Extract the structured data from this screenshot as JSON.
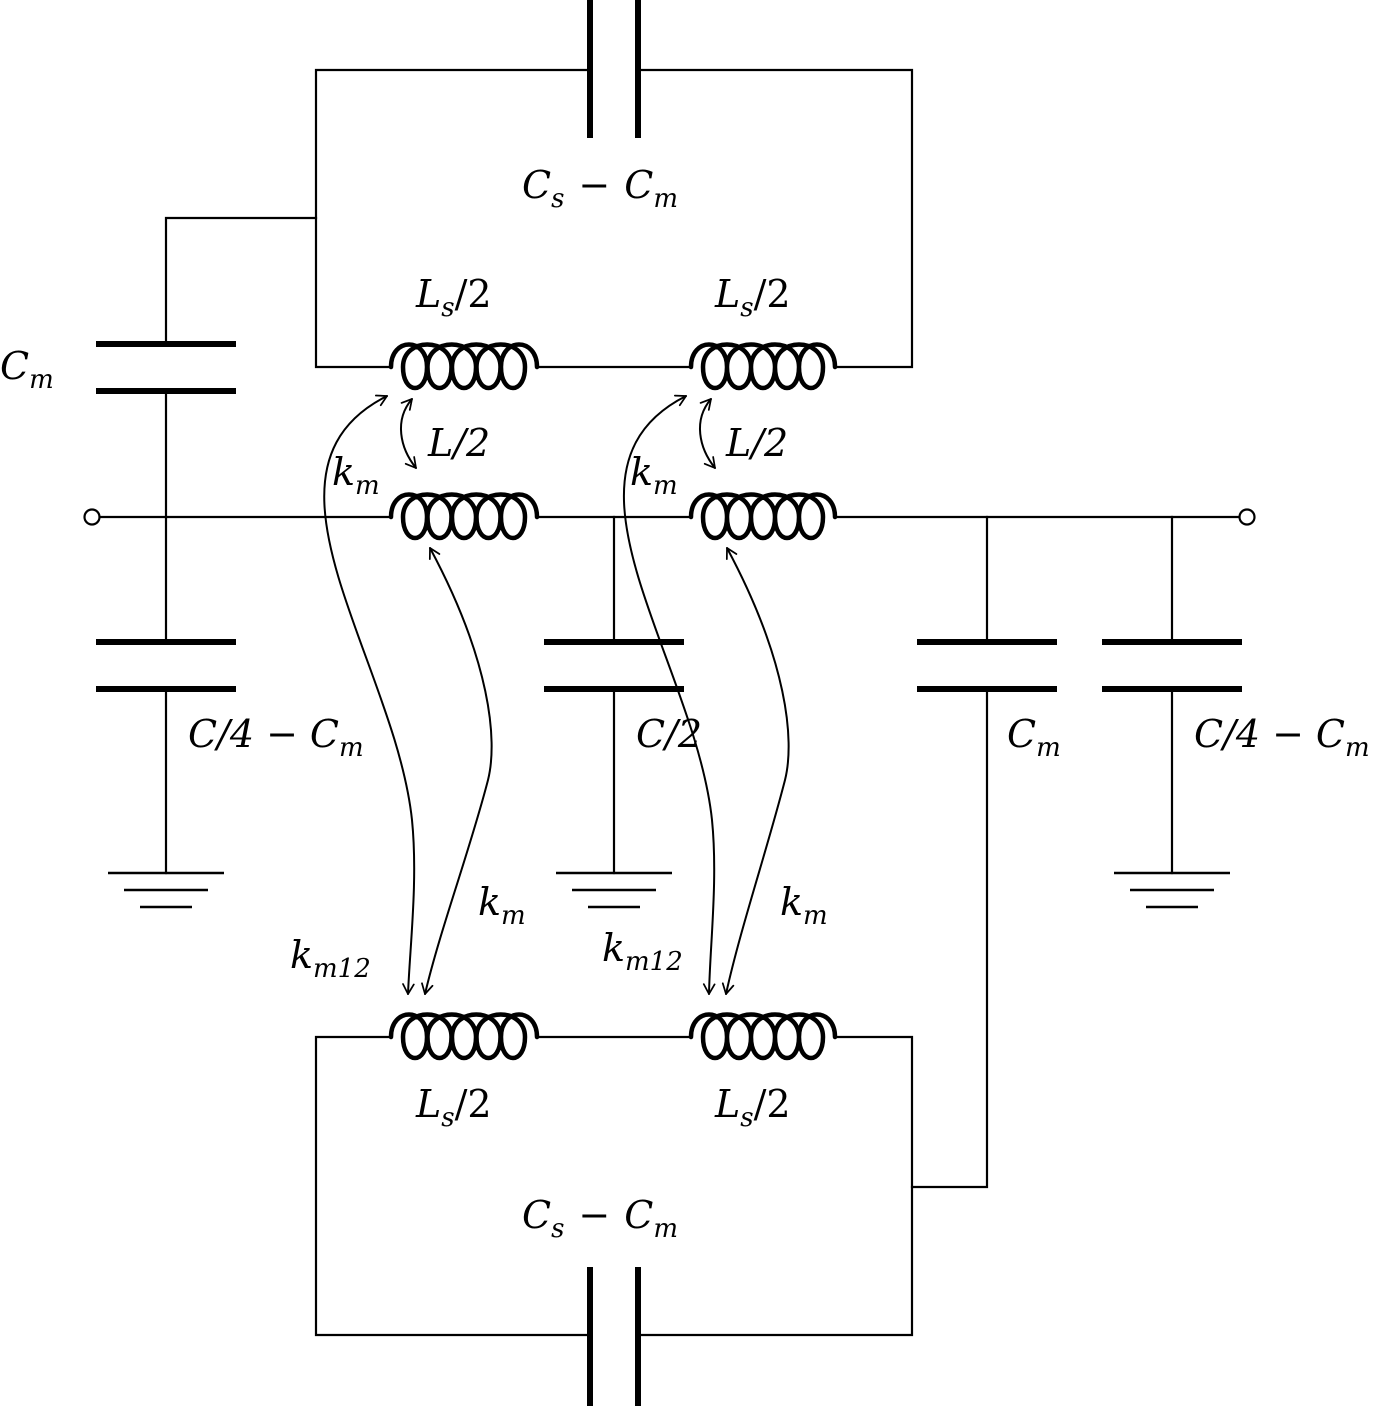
{
  "components": {
    "top_shunt_capacitor": {
      "main": "C",
      "sub": "s",
      "op": "−",
      "main2": "C",
      "sub2": "m"
    },
    "bottom_shunt_capacitor": {
      "main": "C",
      "sub": "s",
      "op": "−",
      "main2": "C",
      "sub2": "m"
    },
    "top_left_inductor": {
      "main": "L",
      "sub": "s",
      "rest": "/2"
    },
    "top_right_inductor": {
      "main": "L",
      "sub": "s",
      "rest": "/2"
    },
    "mid_left_inductor": {
      "text": "L/2"
    },
    "mid_right_inductor": {
      "text": "L/2"
    },
    "bottom_left_inductor": {
      "main": "L",
      "sub": "s",
      "rest": "/2"
    },
    "bottom_right_inductor": {
      "main": "L",
      "sub": "s",
      "rest": "/2"
    },
    "left_coupling_capacitor": {
      "main": "C",
      "sub": "m"
    },
    "right_coupling_capacitor": {
      "main": "C",
      "sub": "m"
    },
    "left_ground_capacitor": {
      "pre": "C/4",
      "op": "−",
      "main2": "C",
      "sub2": "m"
    },
    "center_ground_capacitor": {
      "text": "C/2"
    },
    "right_ground_capacitor": {
      "pre": "C/4",
      "op": "−",
      "main2": "C",
      "sub2": "m"
    }
  },
  "coupling": {
    "km_label": {
      "main": "k",
      "sub": "m"
    },
    "km12_label": {
      "main": "k",
      "sub": "m12"
    }
  }
}
